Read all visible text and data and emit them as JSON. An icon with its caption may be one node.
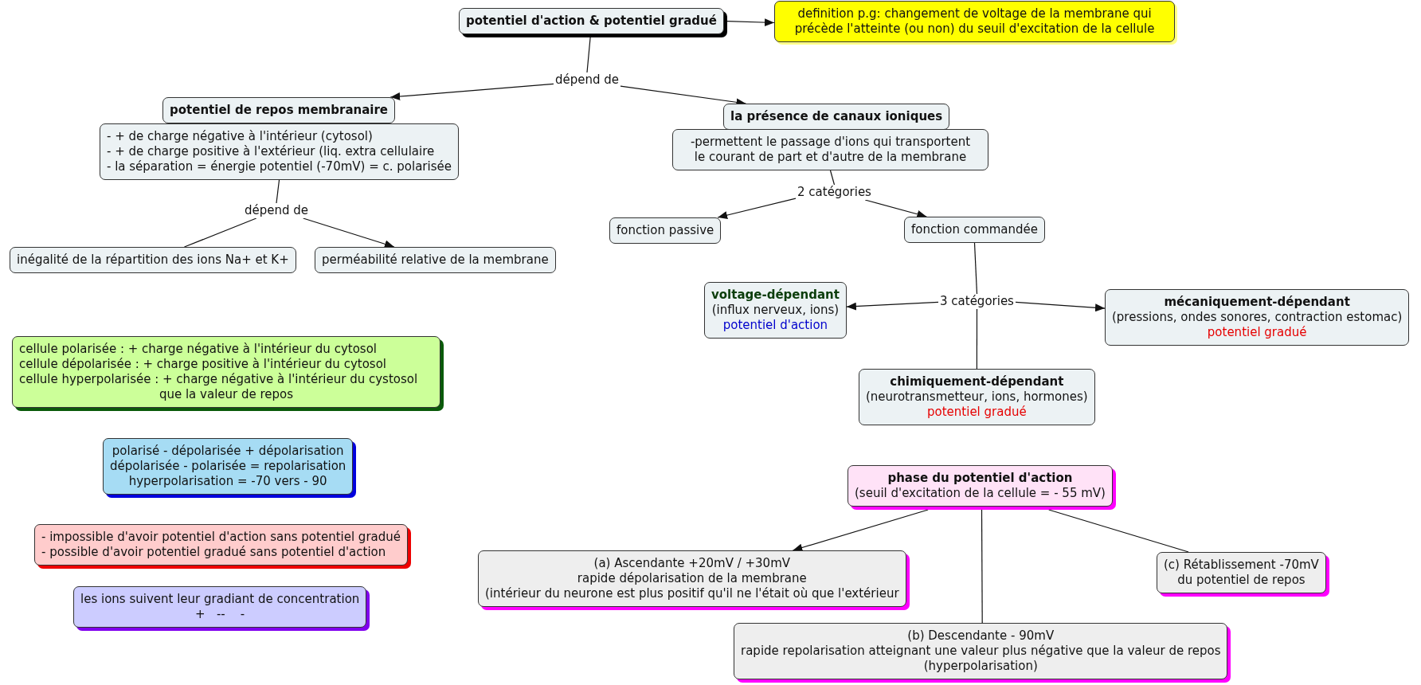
{
  "diagram": {
    "nodes": [
      {
        "text": [
          "potentiel d'action & potentiel gradué"
        ]
      },
      {
        "text": [
          "definition p.g: changement de voltage de la membrane qui précède l'atteinte (ou non) du seuil d'excitation de la cellule"
        ]
      },
      {
        "text": [
          "dépend de"
        ]
      },
      {
        "text": [
          "potentiel de repos membranaire"
        ]
      },
      {
        "text": [
          "la présence de canaux ioniques"
        ]
      },
      {
        "text": [
          "- + de charge négative à l'intérieur (cytosol)",
          "- + de charge positive à l'extérieur (liq. extra cellulaire",
          "- la séparation = énergie potentiel (-70mV) = c. polarisée"
        ]
      },
      {
        "text": [
          "-permettent le passage d'ions qui transportent le courant de part et d'autre de la membrane"
        ]
      },
      {
        "text": [
          "dépend de"
        ]
      },
      {
        "text": [
          "2 catégories"
        ]
      },
      {
        "text": [
          "fonction passive"
        ]
      },
      {
        "text": [
          "fonction commandée"
        ]
      },
      {
        "text": [
          "inégalité de la répartition des ions Na+ et K+"
        ]
      },
      {
        "text": [
          "perméabilité relative de la membrane"
        ]
      },
      {
        "text": [
          "voltage-dépendant",
          "(influx nerveux, ions)",
          "potentiel d'action"
        ]
      },
      {
        "text": [
          "3 catégories"
        ]
      },
      {
        "text": [
          "mécaniquement-dépendant",
          "(pressions, ondes sonores, contraction estomac)",
          "potentiel gradué"
        ]
      },
      {
        "text": [
          "cellule polarisée : + charge négative à l'intérieur du cytosol",
          "cellule dépolarisée : + charge positive à l'intérieur du cytosol",
          "cellule hyperpolarisée : + charge négative à l'intérieur du cystosol que la valeur de repos"
        ]
      },
      {
        "text": [
          "chimiquement-dépendant",
          "(neurotransmetteur, ions, hormones)",
          "potentiel gradué"
        ]
      },
      {
        "text": [
          "polarisé - dépolarisée + dépolarisation",
          "dépolarisée - polarisée = repolarisation",
          "hyperpolarisation = -70 vers - 90"
        ]
      },
      {
        "text": [
          "phase du potentiel d'action",
          "(seuil d'excitation de la cellule = - 55 mV)"
        ]
      },
      {
        "text": [
          "- impossible d'avoir potentiel d'action sans potentiel gradué",
          "- possible d'avoir potentiel gradué sans potentiel d'action"
        ]
      },
      {
        "text": [
          "(a) Ascendante +20mV / +30mV",
          "rapide dépolarisation de la membrane",
          "(intérieur du neurone est plus positif qu'il ne l'était où que l'extérieur"
        ]
      },
      {
        "text": [
          "(c) Rétablissement -70mV",
          "du potentiel de repos"
        ]
      },
      {
        "text": [
          "les ions suivent leur gradiant de concentration",
          "+   --    -"
        ]
      },
      {
        "text": [
          "(b) Descendante - 90mV",
          "rapide repolarisation atteignant une valeur plus négative que la valeur de repos",
          "(hyperpolarisation)"
        ]
      }
    ],
    "edges": [
      {
        "from": 0,
        "to": 1,
        "arrow": "to"
      },
      {
        "from": 0,
        "to": 2,
        "arrow": "none"
      },
      {
        "from": 2,
        "to": 3,
        "arrow": "to"
      },
      {
        "from": 2,
        "to": 4,
        "arrow": "to"
      },
      {
        "from": 5,
        "to": 7,
        "arrow": "none"
      },
      {
        "from": 7,
        "to": 11,
        "arrow": "none"
      },
      {
        "from": 7,
        "to": 12,
        "arrow": "to"
      },
      {
        "from": 6,
        "to": 8,
        "arrow": "none"
      },
      {
        "from": 8,
        "to": 9,
        "arrow": "to"
      },
      {
        "from": 8,
        "to": 10,
        "arrow": "to"
      },
      {
        "from": 10,
        "to": 14,
        "arrow": "none"
      },
      {
        "from": 14,
        "to": 13,
        "arrow": "to"
      },
      {
        "from": 14,
        "to": 15,
        "arrow": "to"
      },
      {
        "from": 14,
        "to": 17,
        "arrow": "none"
      },
      {
        "from": 19,
        "to": 21,
        "arrow": "to"
      },
      {
        "from": 19,
        "to": 24,
        "arrow": "none"
      },
      {
        "from": 19,
        "to": 22,
        "arrow": "none"
      }
    ]
  }
}
